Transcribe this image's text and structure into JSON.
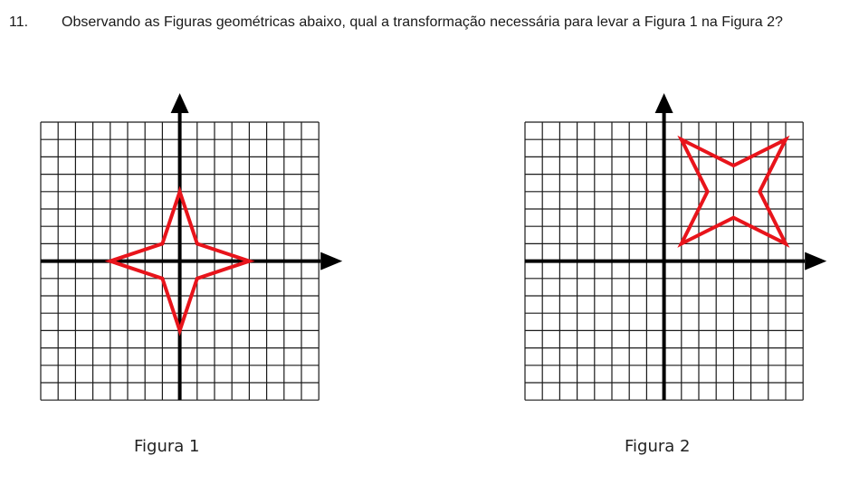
{
  "question": {
    "number": "11.",
    "text": "Observando as Figuras geométricas abaixo, qual a transformação necessária para levar a Figura 1 na Figura 2?"
  },
  "figures": [
    {
      "caption": "Figura 1",
      "grid": {
        "x_range": [
          -8,
          8
        ],
        "y_range": [
          -8,
          8
        ]
      },
      "shape": [
        [
          -4,
          0
        ],
        [
          -1,
          1
        ],
        [
          0,
          4
        ],
        [
          1,
          1
        ],
        [
          4,
          0
        ],
        [
          1,
          -1
        ],
        [
          0,
          -4
        ],
        [
          -1,
          -1
        ]
      ],
      "shape_color": "#e8141b"
    },
    {
      "caption": "Figura 2",
      "grid": {
        "x_range": [
          -8,
          8
        ],
        "y_range": [
          -8,
          8
        ]
      },
      "shape": [
        [
          1,
          7
        ],
        [
          4,
          5.5
        ],
        [
          7,
          7
        ],
        [
          5.5,
          4
        ],
        [
          7,
          1
        ],
        [
          4,
          2.5
        ],
        [
          1,
          1
        ],
        [
          2.5,
          4
        ]
      ],
      "shape_color": "#e8141b"
    }
  ],
  "colors": {
    "grid": "#1a1a1a",
    "axes": "#000000",
    "shape": "#e8141b"
  }
}
